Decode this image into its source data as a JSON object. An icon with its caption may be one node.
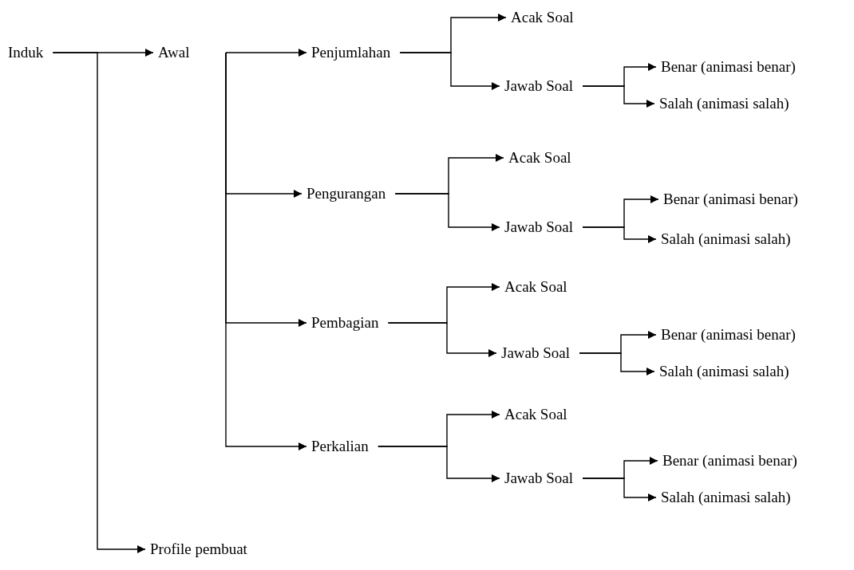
{
  "diagram": {
    "nodes": [
      {
        "text": [
          "Induk"
        ]
      },
      {
        "text": [
          "Awal"
        ]
      },
      {
        "text": [
          "Profile pembuat"
        ]
      },
      {
        "text": [
          "Penjumlahan"
        ]
      },
      {
        "text": [
          "Acak Soal"
        ]
      },
      {
        "text": [
          "Jawab Soal"
        ]
      },
      {
        "text": [
          "Benar (animasi benar)"
        ]
      },
      {
        "text": [
          "Salah (animasi salah)"
        ]
      },
      {
        "text": [
          "Pengurangan"
        ]
      },
      {
        "text": [
          "Acak Soal"
        ]
      },
      {
        "text": [
          "Jawab Soal"
        ]
      },
      {
        "text": [
          "Benar (animasi benar)"
        ]
      },
      {
        "text": [
          "Salah (animasi salah)"
        ]
      },
      {
        "text": [
          "Pembagian"
        ]
      },
      {
        "text": [
          "Acak Soal"
        ]
      },
      {
        "text": [
          "Jawab Soal"
        ]
      },
      {
        "text": [
          "Benar (animasi benar)"
        ]
      },
      {
        "text": [
          "Salah (animasi salah)"
        ]
      },
      {
        "text": [
          "Perkalian"
        ]
      },
      {
        "text": [
          "Acak Soal"
        ]
      },
      {
        "text": [
          "Jawab Soal"
        ]
      },
      {
        "text": [
          "Benar (animasi benar)"
        ]
      },
      {
        "text": [
          "Salah (animasi salah)"
        ]
      }
    ],
    "edges": [
      {
        "from": 0,
        "to": 1,
        "arrow": "to"
      },
      {
        "from": 0,
        "to": 2,
        "arrow": "to"
      },
      {
        "from": 1,
        "to": 3,
        "arrow": "to"
      },
      {
        "from": 1,
        "to": 8,
        "arrow": "to"
      },
      {
        "from": 1,
        "to": 13,
        "arrow": "to"
      },
      {
        "from": 1,
        "to": 18,
        "arrow": "to"
      },
      {
        "from": 3,
        "to": 4,
        "arrow": "to"
      },
      {
        "from": 3,
        "to": 5,
        "arrow": "to"
      },
      {
        "from": 5,
        "to": 6,
        "arrow": "to"
      },
      {
        "from": 5,
        "to": 7,
        "arrow": "to"
      },
      {
        "from": 8,
        "to": 9,
        "arrow": "to"
      },
      {
        "from": 8,
        "to": 10,
        "arrow": "to"
      },
      {
        "from": 10,
        "to": 11,
        "arrow": "to"
      },
      {
        "from": 10,
        "to": 12,
        "arrow": "to"
      },
      {
        "from": 13,
        "to": 14,
        "arrow": "to"
      },
      {
        "from": 13,
        "to": 15,
        "arrow": "to"
      },
      {
        "from": 15,
        "to": 16,
        "arrow": "to"
      },
      {
        "from": 15,
        "to": 17,
        "arrow": "to"
      },
      {
        "from": 18,
        "to": 19,
        "arrow": "to"
      },
      {
        "from": 18,
        "to": 20,
        "arrow": "to"
      },
      {
        "from": 20,
        "to": 21,
        "arrow": "to"
      },
      {
        "from": 20,
        "to": 22,
        "arrow": "to"
      }
    ]
  }
}
